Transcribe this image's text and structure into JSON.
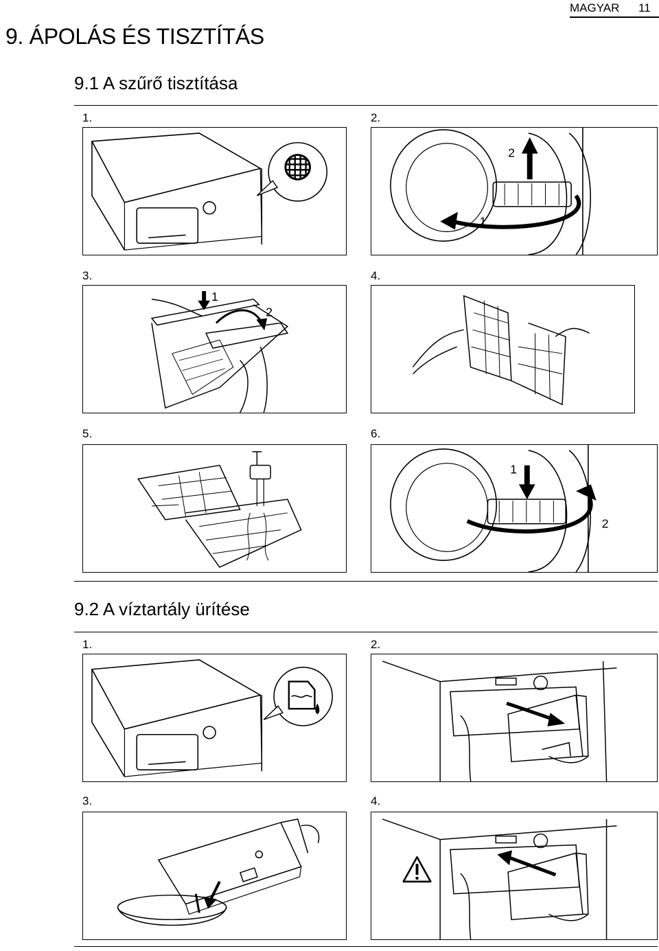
{
  "header": {
    "language": "MAGYAR",
    "page_number": "11"
  },
  "chapter": {
    "title": "9. ÁPOLÁS ÉS TISZTÍTÁS"
  },
  "sections": [
    {
      "title": "9.1 A szűrő tisztítása",
      "steps": [
        {
          "label": "1.",
          "callouts": []
        },
        {
          "label": "2.",
          "callouts": [
            "2",
            "1"
          ]
        },
        {
          "label": "3.",
          "callouts": [
            "1",
            "2"
          ]
        },
        {
          "label": "4.",
          "callouts": []
        },
        {
          "label": "5.",
          "callouts": []
        },
        {
          "label": "6.",
          "callouts": [
            "1",
            "2"
          ]
        }
      ]
    },
    {
      "title": "9.2 A víztartály ürítése",
      "steps": [
        {
          "label": "1."
        },
        {
          "label": "2."
        },
        {
          "label": "3."
        },
        {
          "label": "4."
        }
      ]
    }
  ],
  "icons": [
    "filter-grid-icon",
    "water-container-icon",
    "warning-icon"
  ]
}
